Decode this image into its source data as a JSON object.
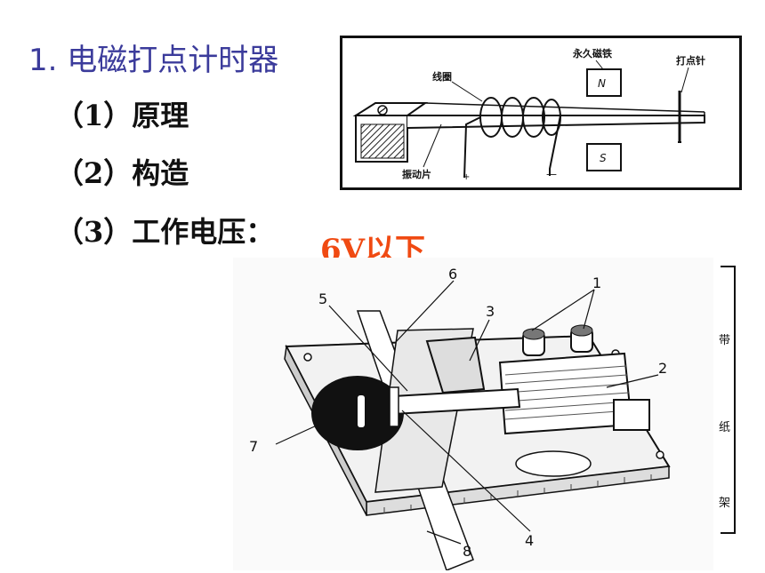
{
  "title": "1.  电磁打点计时器",
  "items": [
    {
      "text": "（1）原理"
    },
    {
      "text": "（2）构造"
    },
    {
      "text": "（3）工作电压："
    }
  ],
  "voltage": "6V以下",
  "schematic": {
    "labels": {
      "coil": "线圈",
      "magnet": "永久磁铁",
      "needle": "打点针",
      "vibrator": "振动片",
      "north": "N",
      "south": "S"
    }
  },
  "device_figure": {
    "numbers": [
      "1",
      "2",
      "3",
      "4",
      "5",
      "6",
      "7",
      "8"
    ],
    "side_labels": [
      "带",
      "纸",
      "架"
    ]
  }
}
